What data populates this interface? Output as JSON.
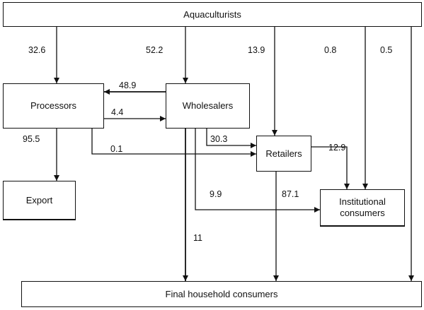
{
  "nodes": {
    "aquaculturists": "Aquaculturists",
    "processors": "Processors",
    "wholesalers": "Wholesalers",
    "retailers": "Retailers",
    "export": "Export",
    "institutional": "Institutional consumers",
    "final": "Final household consumers"
  },
  "flows": {
    "aqua_processors": "32.6",
    "aqua_wholesalers": "52.2",
    "aqua_retailers": "13.9",
    "aqua_institutional": "0.8",
    "aqua_final": "0.5",
    "wholesalers_processors": "48.9",
    "processors_wholesalers": "4.4",
    "processors_export": "95.5",
    "processors_retailers": "0.1",
    "wholesalers_retailers": "30.3",
    "wholesalers_institutional": "9.9",
    "wholesalers_final": "11",
    "retailers_institutional": "12.9",
    "retailers_final": "87.1"
  }
}
